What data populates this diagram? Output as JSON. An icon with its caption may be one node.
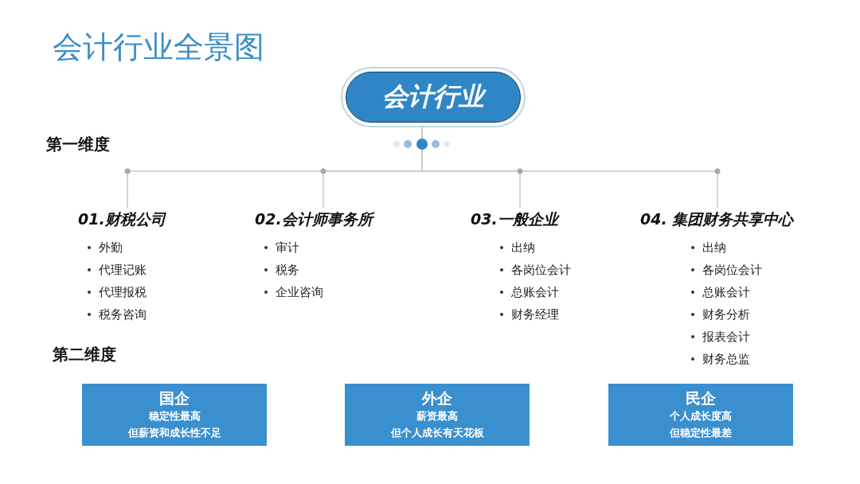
{
  "diagram": {
    "title": "会计行业全景图",
    "nodes": [
      {
        "text": [
          "会计行业"
        ]
      },
      {
        "text": [
          "01.财税公司",
          "外勤",
          "代理记账",
          "代理报税",
          "税务咨询"
        ]
      },
      {
        "text": [
          "02.会计师事务所",
          "审计",
          "税务",
          "企业咨询"
        ]
      },
      {
        "text": [
          "03.一般企业",
          "出纳",
          "各岗位会计",
          "总账会计",
          "财务经理"
        ]
      },
      {
        "text": [
          "04. 集团财务共享中心",
          "出纳",
          "各岗位会计",
          "总账会计",
          "财务分析",
          "报表会计",
          "财务总监"
        ]
      },
      {
        "text": [
          "国企",
          "稳定性最高",
          "但薪资和成长性不足"
        ]
      },
      {
        "text": [
          "外企",
          "薪资最高",
          "但个人成长有天花板"
        ]
      },
      {
        "text": [
          "民企",
          "个人成长度高",
          "但稳定性最差"
        ]
      }
    ],
    "edges": [
      {
        "from": 0,
        "to": 1,
        "arrow": "none"
      },
      {
        "from": 0,
        "to": 2,
        "arrow": "none"
      },
      {
        "from": 0,
        "to": 3,
        "arrow": "none"
      },
      {
        "from": 0,
        "to": 4,
        "arrow": "none"
      }
    ],
    "labels": [
      "第一维度",
      "第二维度"
    ]
  }
}
